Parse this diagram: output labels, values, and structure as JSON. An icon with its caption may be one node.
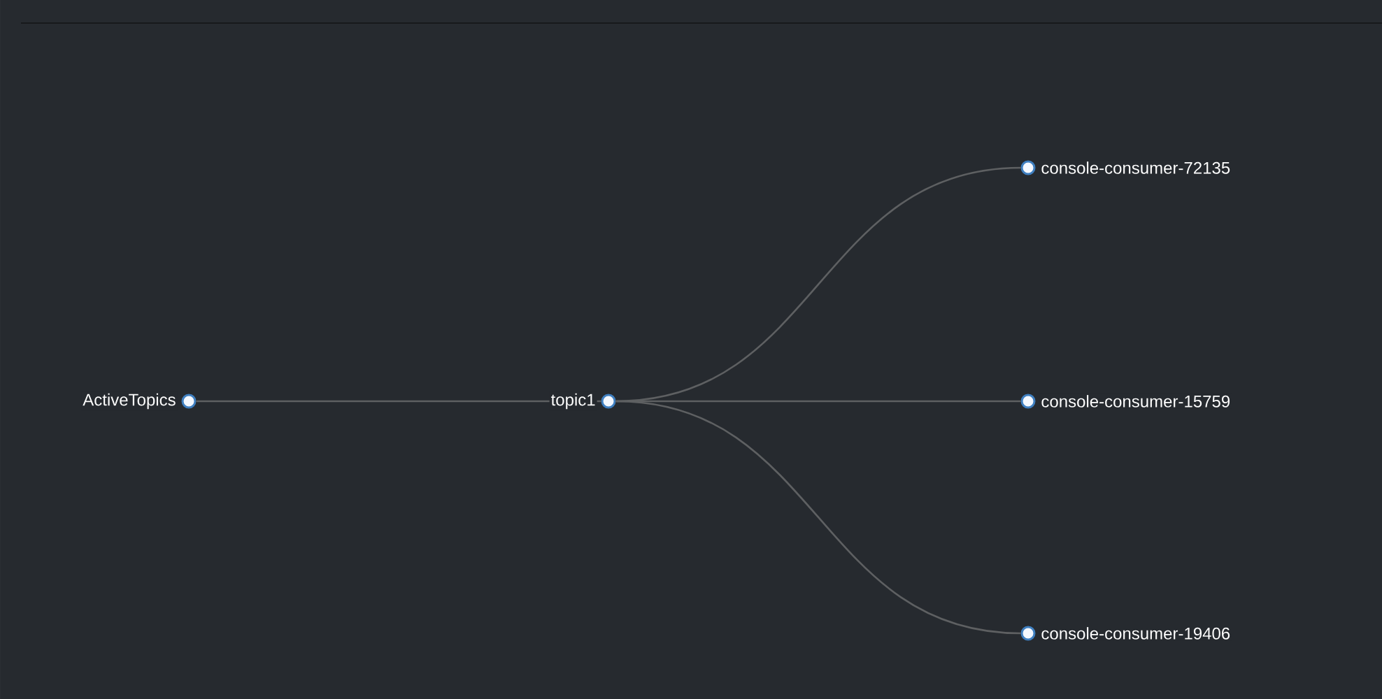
{
  "diagram": {
    "nodes": [
      {
        "text": [],
        "shape": "circle",
        "beside": [
          "ActiveTopics"
        ]
      },
      {
        "text": [],
        "shape": "circle",
        "beside": [
          "topic1"
        ]
      },
      {
        "text": [],
        "shape": "circle",
        "beside": [
          "console-consumer-72135"
        ]
      },
      {
        "text": [],
        "shape": "circle",
        "beside": [
          "console-consumer-15759"
        ]
      },
      {
        "text": [],
        "shape": "circle",
        "beside": [
          "console-consumer-19406"
        ]
      }
    ],
    "edges": [
      {
        "from": 0,
        "to": 1,
        "arrow": "none"
      },
      {
        "from": 1,
        "to": 2,
        "arrow": "none"
      },
      {
        "from": 1,
        "to": 3,
        "arrow": "none"
      },
      {
        "from": 1,
        "to": 4,
        "arrow": "none"
      }
    ]
  }
}
